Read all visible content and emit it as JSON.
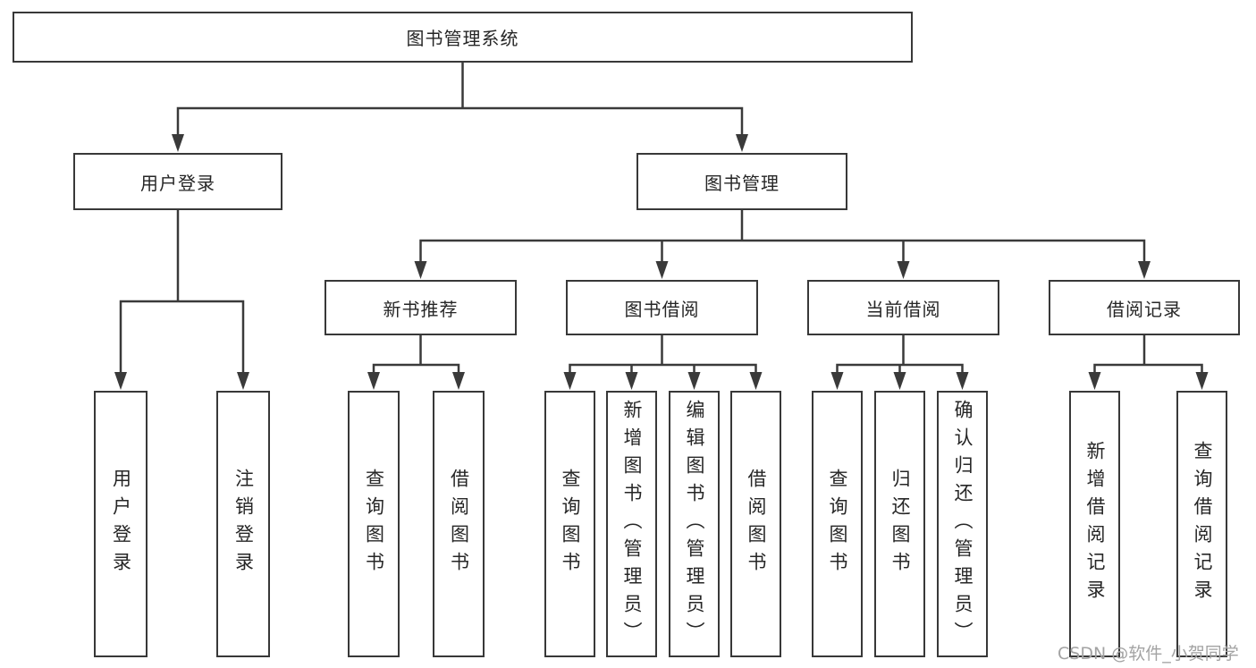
{
  "colors": {
    "background": "#ffffff",
    "line": "#3a3a3a",
    "box_border": "#383838",
    "text": "#262626",
    "watermark": "#a3a3a3"
  },
  "diagram": {
    "root": {
      "label": "图书管理系统"
    },
    "level2": [
      {
        "label": "用户登录"
      },
      {
        "label": "图书管理"
      }
    ],
    "level3": [
      {
        "label": "新书推荐",
        "parent": "图书管理"
      },
      {
        "label": "图书借阅",
        "parent": "图书管理"
      },
      {
        "label": "当前借阅",
        "parent": "图书管理"
      },
      {
        "label": "借阅记录",
        "parent": "图书管理"
      }
    ],
    "leaves": [
      {
        "label": "用户登录",
        "parent": "用户登录"
      },
      {
        "label": "注销登录",
        "parent": "用户登录"
      },
      {
        "label": "查询图书",
        "parent": "新书推荐"
      },
      {
        "label": "借阅图书",
        "parent": "新书推荐"
      },
      {
        "label": "查询图书",
        "parent": "图书借阅"
      },
      {
        "label": "新增图书（管理员）",
        "parent": "图书借阅"
      },
      {
        "label": "编辑图书（管理员）",
        "parent": "图书借阅"
      },
      {
        "label": "借阅图书",
        "parent": "图书借阅"
      },
      {
        "label": "查询图书",
        "parent": "当前借阅"
      },
      {
        "label": "归还图书",
        "parent": "当前借阅"
      },
      {
        "label": "确认归还（管理员）",
        "parent": "当前借阅"
      },
      {
        "label": "新增借阅记录",
        "parent": "借阅记录"
      },
      {
        "label": "查询借阅记录",
        "parent": "借阅记录"
      }
    ]
  },
  "watermark": {
    "text": "CSDN @软件_小贺同学"
  }
}
